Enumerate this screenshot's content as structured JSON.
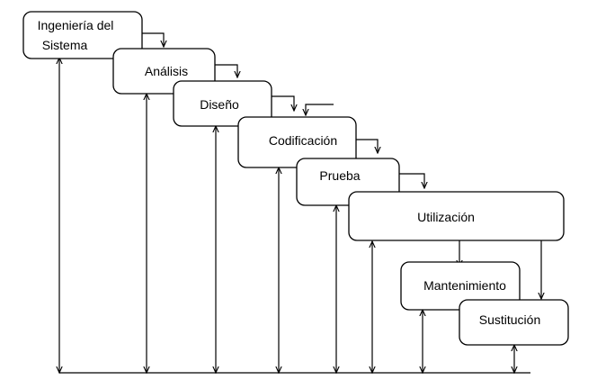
{
  "diagram": {
    "stages": [
      {
        "line1": "Ingeniería del",
        "line2": "Sistema"
      },
      {
        "label": "Análisis"
      },
      {
        "label": "Diseño"
      },
      {
        "label": "Codificación"
      },
      {
        "label": "Prueba"
      },
      {
        "label": "Utilización"
      },
      {
        "label": "Mantenimiento"
      },
      {
        "label": "Sustitución"
      }
    ],
    "colors": {
      "stroke": "#000000",
      "fill": "#ffffff",
      "text": "#000000"
    }
  }
}
